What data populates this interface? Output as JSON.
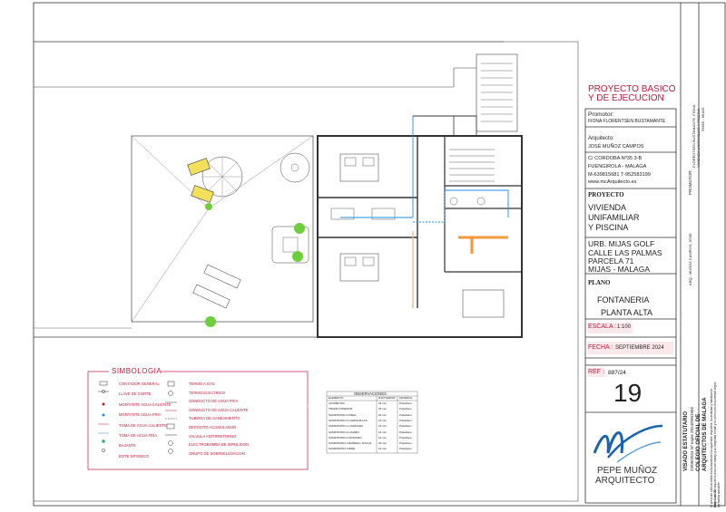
{
  "title_block": {
    "project_heading": [
      "PROYECTO BASICO",
      "Y DE EJECUCION"
    ],
    "promoter_label": "Promotor:",
    "promoter_name": "FIONA FLORENTSEN BUSTAMANTE",
    "architect_label": "Arquitecto:",
    "architect_name": "JOSÉ MUÑOZ CAMPOS",
    "address_lines": [
      "C/ CORDOBA Nº35 3-B",
      "FUENGIROLA - MALAGA",
      "M-639815681 T-952583199",
      "www.mcArquitecto.es"
    ],
    "project_label": "PROYECTO",
    "project_desc": [
      "VIVIENDA",
      "UNIFAMILIAR",
      "Y PISCINA"
    ],
    "site_lines": [
      "URB. MIJAS GOLF",
      "CALLE LAS PALMAS",
      "PARCELA 71",
      "MIJAS - MALAGA"
    ],
    "plan_label": "PLANO",
    "plan_name": [
      "FONTANERIA",
      "PLANTA ALTA"
    ],
    "scale_label": "ESCALA :",
    "scale_value": "1:100",
    "date_label": "FECHA :",
    "date_value": "SEPTIEMBRE 2024",
    "ref_label": "REF :",
    "ref_value": "887/24",
    "sheet_number": "19",
    "firm_name": [
      "PEPE MUÑOZ",
      "ARQUITECTO"
    ]
  },
  "side_strip": {
    "promotor_vertical": "PROMOTOR:",
    "promotor_lines": [
      "FLORENTSEN BUSTAMANTE, FIONA",
      "VIVIENDA UNIFAMILIAR Y PISCINA",
      "29650 - MIJAS"
    ],
    "architect_vertical": "ARQ.: MUÑOZ CAMPOS, JOSE",
    "visado_lines": [
      "VISADO ESTATUTARIO",
      "23/09/2024 Nº expte 2024/0001902",
      "COLEGIO OFICIAL DE",
      "ARQUITECTOS DE MALAGA"
    ],
    "page_ref": "Pág. 1 de 22"
  },
  "legend": {
    "title": "SIMBOLOGIA",
    "left_items": [
      "CONTADOR GENERAL",
      "LLAVE DE CORTE",
      "MONTANTE AGUA CALIENTE",
      "MONTANTE AGUA FRIA",
      "TOMA DE AGUA CALIENTE",
      "TOMA DE AGUA FRIA",
      "BAJANTE",
      "BOTE SIFONICO"
    ],
    "right_items": [
      "TERMO A GAS",
      "TERMO ELECTRICO",
      "CONDUCTO DE AGUA FRIA",
      "CONDUCTO DE AGUA CALIENTE",
      "TUBERIA DE SANEAMIENTO",
      "DEPOSITO ACUMULADOR",
      "VALVULA ANTIRRETORNO",
      "ELECTROBOMBA DE IMPULSION",
      "GRUPO DE SOBREELEVACION"
    ]
  },
  "observaciones": {
    "title": "OBSERVACIONES",
    "headers": [
      "ELEMENTO",
      "Ø EXTERIOR",
      "MATERIAL"
    ],
    "rows": [
      [
        "ACOMETIDA",
        "32 mm",
        "Polietileno"
      ],
      [
        "TRAMO INTERIOR",
        "25 mm",
        "Polietileno"
      ],
      [
        "SUMINISTRO A FREG.",
        "20 mm",
        "Polietileno"
      ],
      [
        "SUMINISTRO A LAVAVAJILLAS",
        "16 mm",
        "Polietileno"
      ],
      [
        "SUMINISTRO A LAVADORA",
        "16 mm",
        "Polietileno"
      ],
      [
        "SUMINISTRO A LAVABO",
        "16 mm",
        "Polietileno"
      ],
      [
        "SUMINISTRO A INODORO",
        "16 mm",
        "Polietileno"
      ],
      [
        "SUMINISTRO A BAÑERA / DUCHA",
        "20 mm",
        "Polietileno"
      ],
      [
        "SUMINISTRO A BIDE",
        "16 mm",
        "Polietileno"
      ]
    ]
  },
  "disclaimer": "El presente sello acredita exclusivamente los siguientes requisitos: la identidad y habilitación profesional del arquitecto autor del trabajo y la integridad formal y la corrección documental según normativa aplicable.",
  "colors": {
    "accent": "#c0183a",
    "water_blue": "#1f8fe0",
    "line": "#333333",
    "logo_blue": "#1a63b0"
  }
}
